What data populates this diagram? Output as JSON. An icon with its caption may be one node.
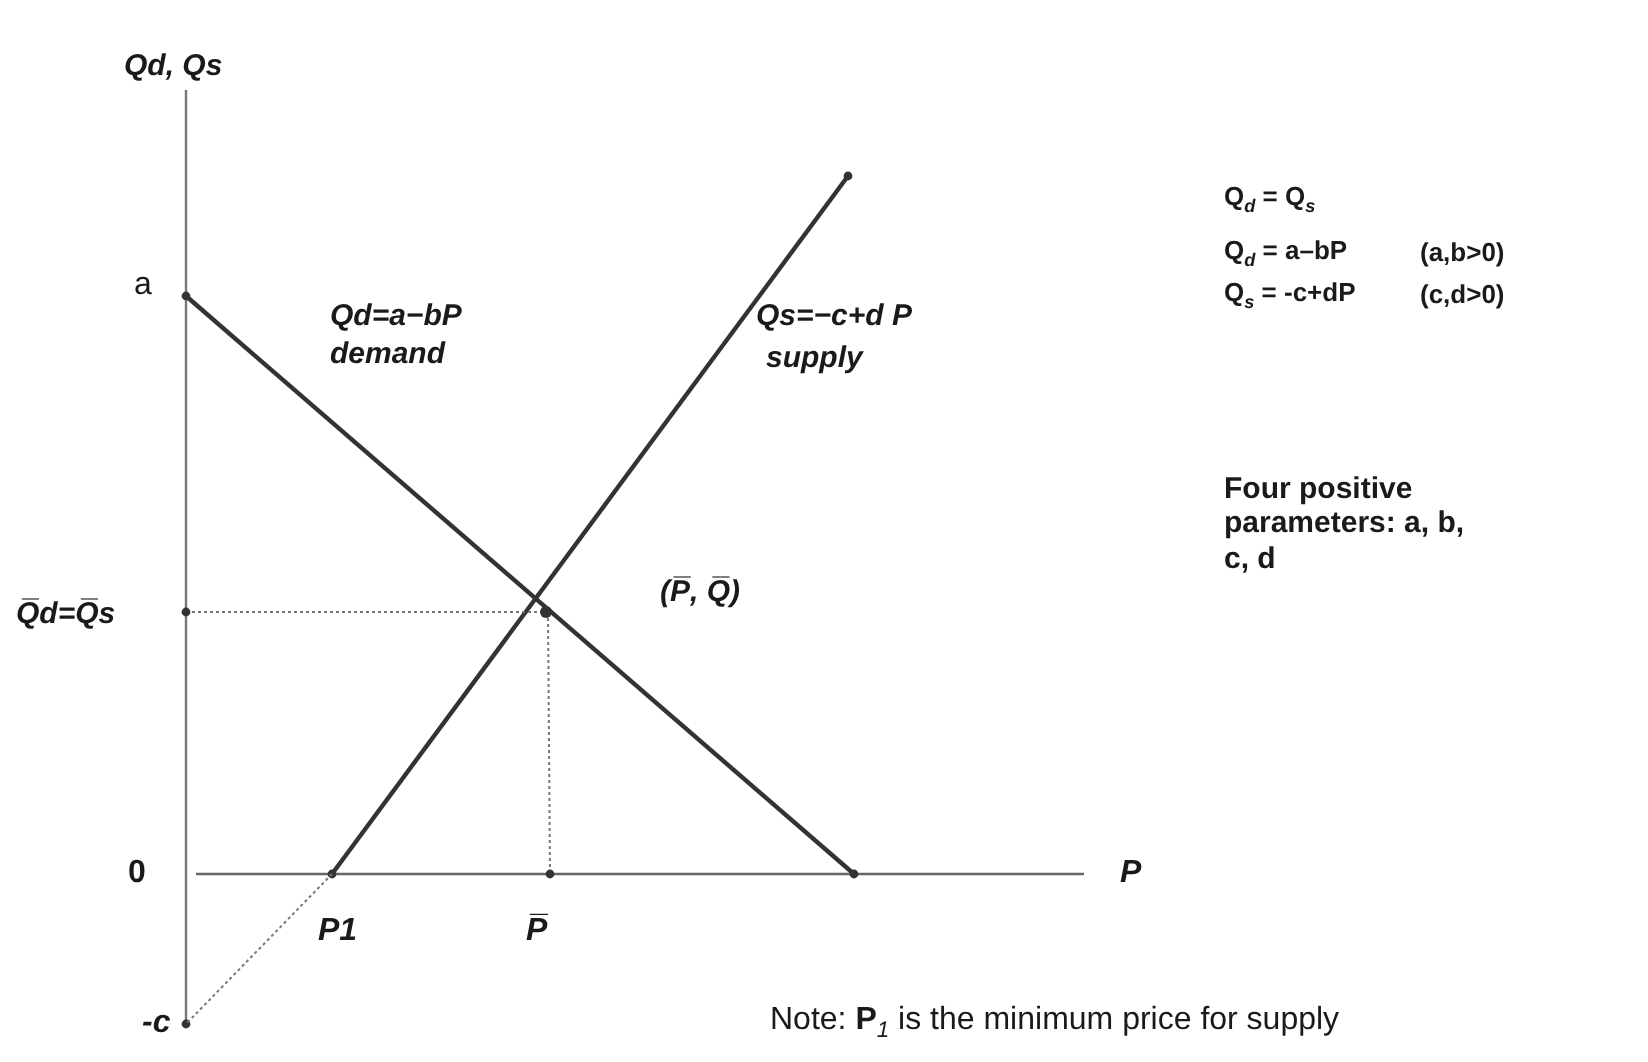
{
  "diagram": {
    "labels": [
      "Qd, Qs",
      "a",
      "Qd=a−bP",
      "demand",
      "Qs=−c+d P",
      "supply",
      "Q$_{d}$ = Q$_{s}$",
      "Q$_{d}$ = a–bP",
      "(a,b>0)",
      "Q$_{s}$ = -c+dP",
      "(c,d>0)",
      "Four positive parameters: a, b, c, d",
      "(P̅, Q̅)",
      "Q̅d=Q̅s",
      "0",
      "P",
      "P1",
      "P̅",
      "-c",
      "Note: **P**$_{1}$ is the minimum price for supply"
    ]
  }
}
